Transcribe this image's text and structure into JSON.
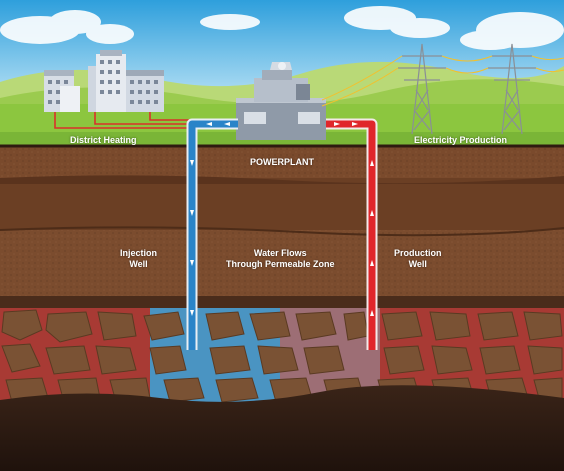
{
  "labels": {
    "district_heating": "District Heating",
    "electricity_production": "Electricity Production",
    "powerplant": "POWERPLANT",
    "injection_well": "Injection\nWell",
    "water_flows": "Water Flows\nThrough Permeable Zone",
    "production_well": "Production\nWell"
  },
  "colors": {
    "sky_top": "#2e9fdc",
    "sky_bottom": "#bfe6f7",
    "grass": "#8cc63f",
    "soil": "#6b4126",
    "hot_pipe": "#e0262b",
    "cold_pipe": "#2a84c8",
    "hot_zone": "#c8232a",
    "cold_zone": "#36a3e0"
  },
  "icons": {
    "city": "city-buildings-icon",
    "plant": "power-plant-icon",
    "tower": "transmission-tower-icon"
  }
}
